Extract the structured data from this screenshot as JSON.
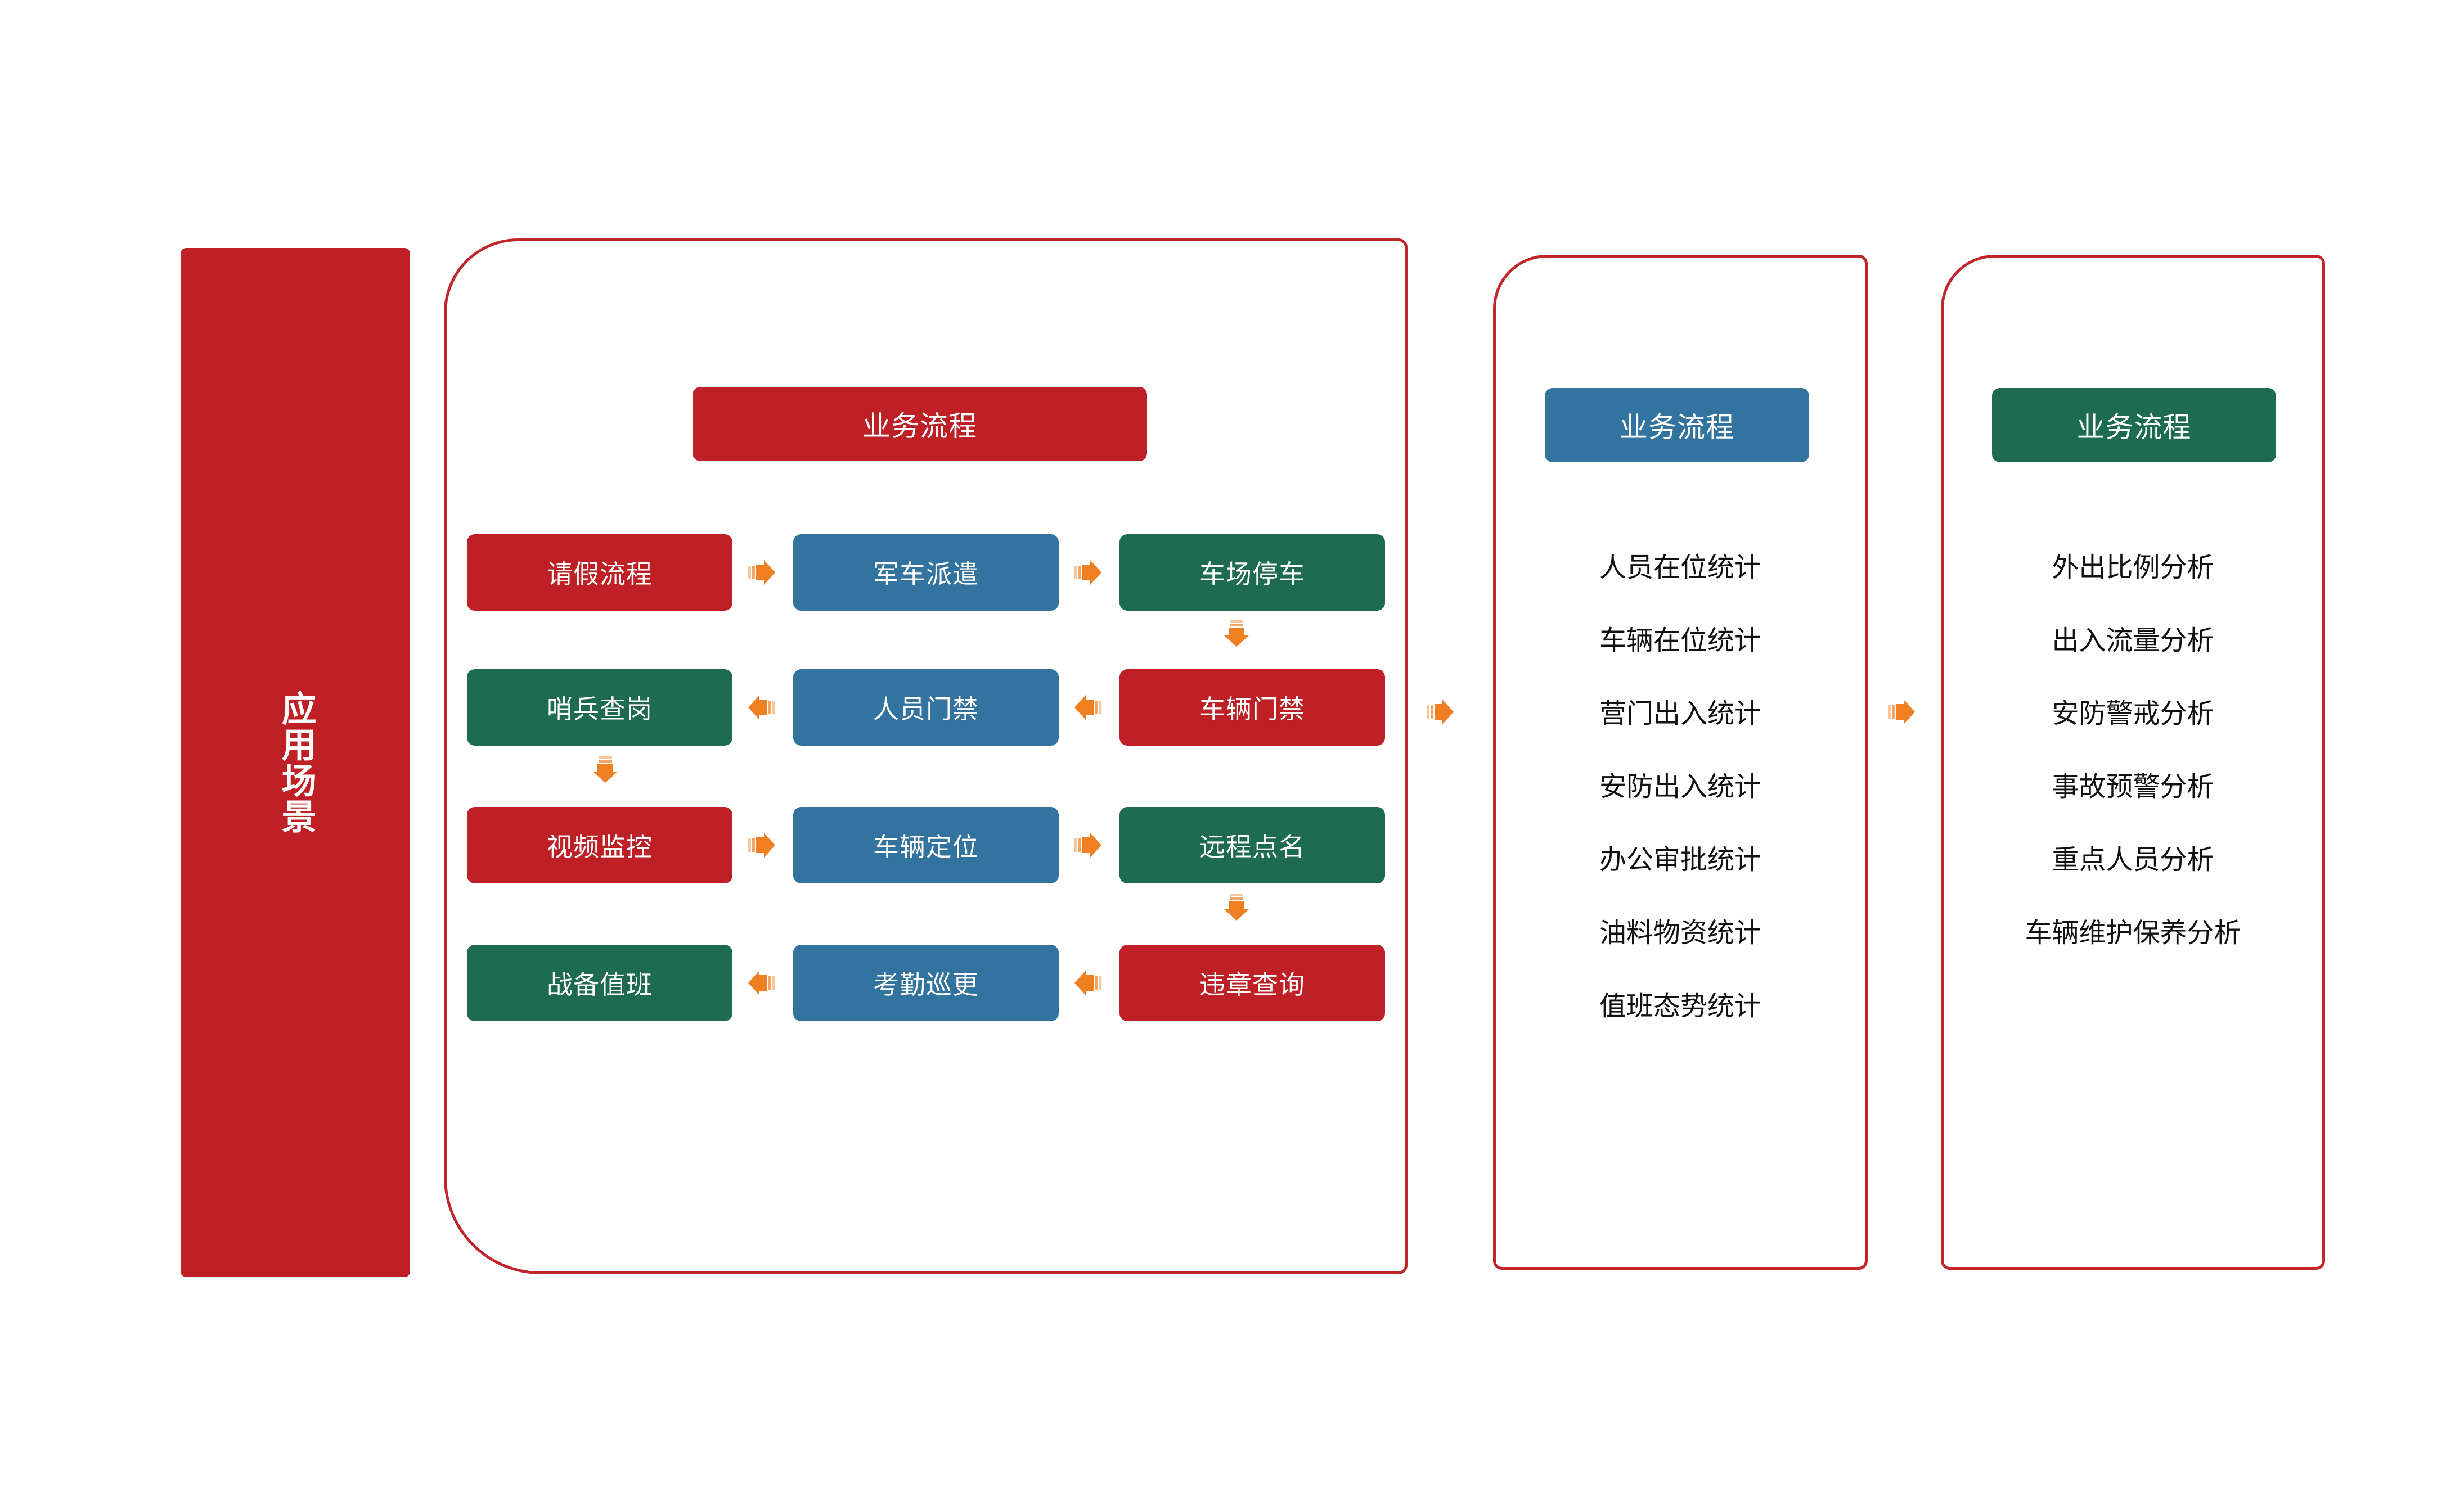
{
  "colors": {
    "red": "#bf2026",
    "blue": "#32749f",
    "green": "#1d6b51",
    "orange": "#ee8022",
    "panel_outline": "#c1252a",
    "text_dark": "#111111",
    "text_light": "#ffffff",
    "background": "#ffffff"
  },
  "side_banner": {
    "label": "应用场景"
  },
  "flow_panel": {
    "header": "业务流程",
    "rows": [
      {
        "direction": "left-to-right",
        "cells": [
          {
            "label": "请假流程",
            "color": "red"
          },
          {
            "label": "军车派遣",
            "color": "blue"
          },
          {
            "label": "车场停车",
            "color": "green"
          }
        ]
      },
      {
        "direction": "right-to-left",
        "cells": [
          {
            "label": "哨兵查岗",
            "color": "green"
          },
          {
            "label": "人员门禁",
            "color": "blue"
          },
          {
            "label": "车辆门禁",
            "color": "red"
          }
        ]
      },
      {
        "direction": "left-to-right",
        "cells": [
          {
            "label": "视频监控",
            "color": "red"
          },
          {
            "label": "车辆定位",
            "color": "blue"
          },
          {
            "label": "远程点名",
            "color": "green"
          }
        ]
      },
      {
        "direction": "right-to-left",
        "cells": [
          {
            "label": "战备值班",
            "color": "green"
          },
          {
            "label": "考勤巡更",
            "color": "blue"
          },
          {
            "label": "违章查询",
            "color": "red"
          }
        ]
      }
    ],
    "vertical_connectors": [
      {
        "from": "车场停车",
        "to": "车辆门禁",
        "column": "right"
      },
      {
        "from": "哨兵查岗",
        "to": "视频监控",
        "column": "left"
      },
      {
        "from": "远程点名",
        "to": "违章查询",
        "column": "right"
      }
    ]
  },
  "stats_panel": {
    "header": "业务流程",
    "header_color": "blue",
    "items": [
      "人员在位统计",
      "车辆在位统计",
      "营门出入统计",
      "安防出入统计",
      "办公审批统计",
      "油料物资统计",
      "值班态势统计"
    ]
  },
  "analysis_panel": {
    "header": "业务流程",
    "header_color": "green",
    "items": [
      "外出比例分析",
      "出入流量分析",
      "安防警戒分析",
      "事故预警分析",
      "重点人员分析",
      "车辆维护保养分析"
    ]
  },
  "panel_connectors": [
    {
      "name": "flow-to-stats",
      "icon": "arrow-right-icon"
    },
    {
      "name": "stats-to-analysis",
      "icon": "arrow-right-icon"
    }
  ]
}
